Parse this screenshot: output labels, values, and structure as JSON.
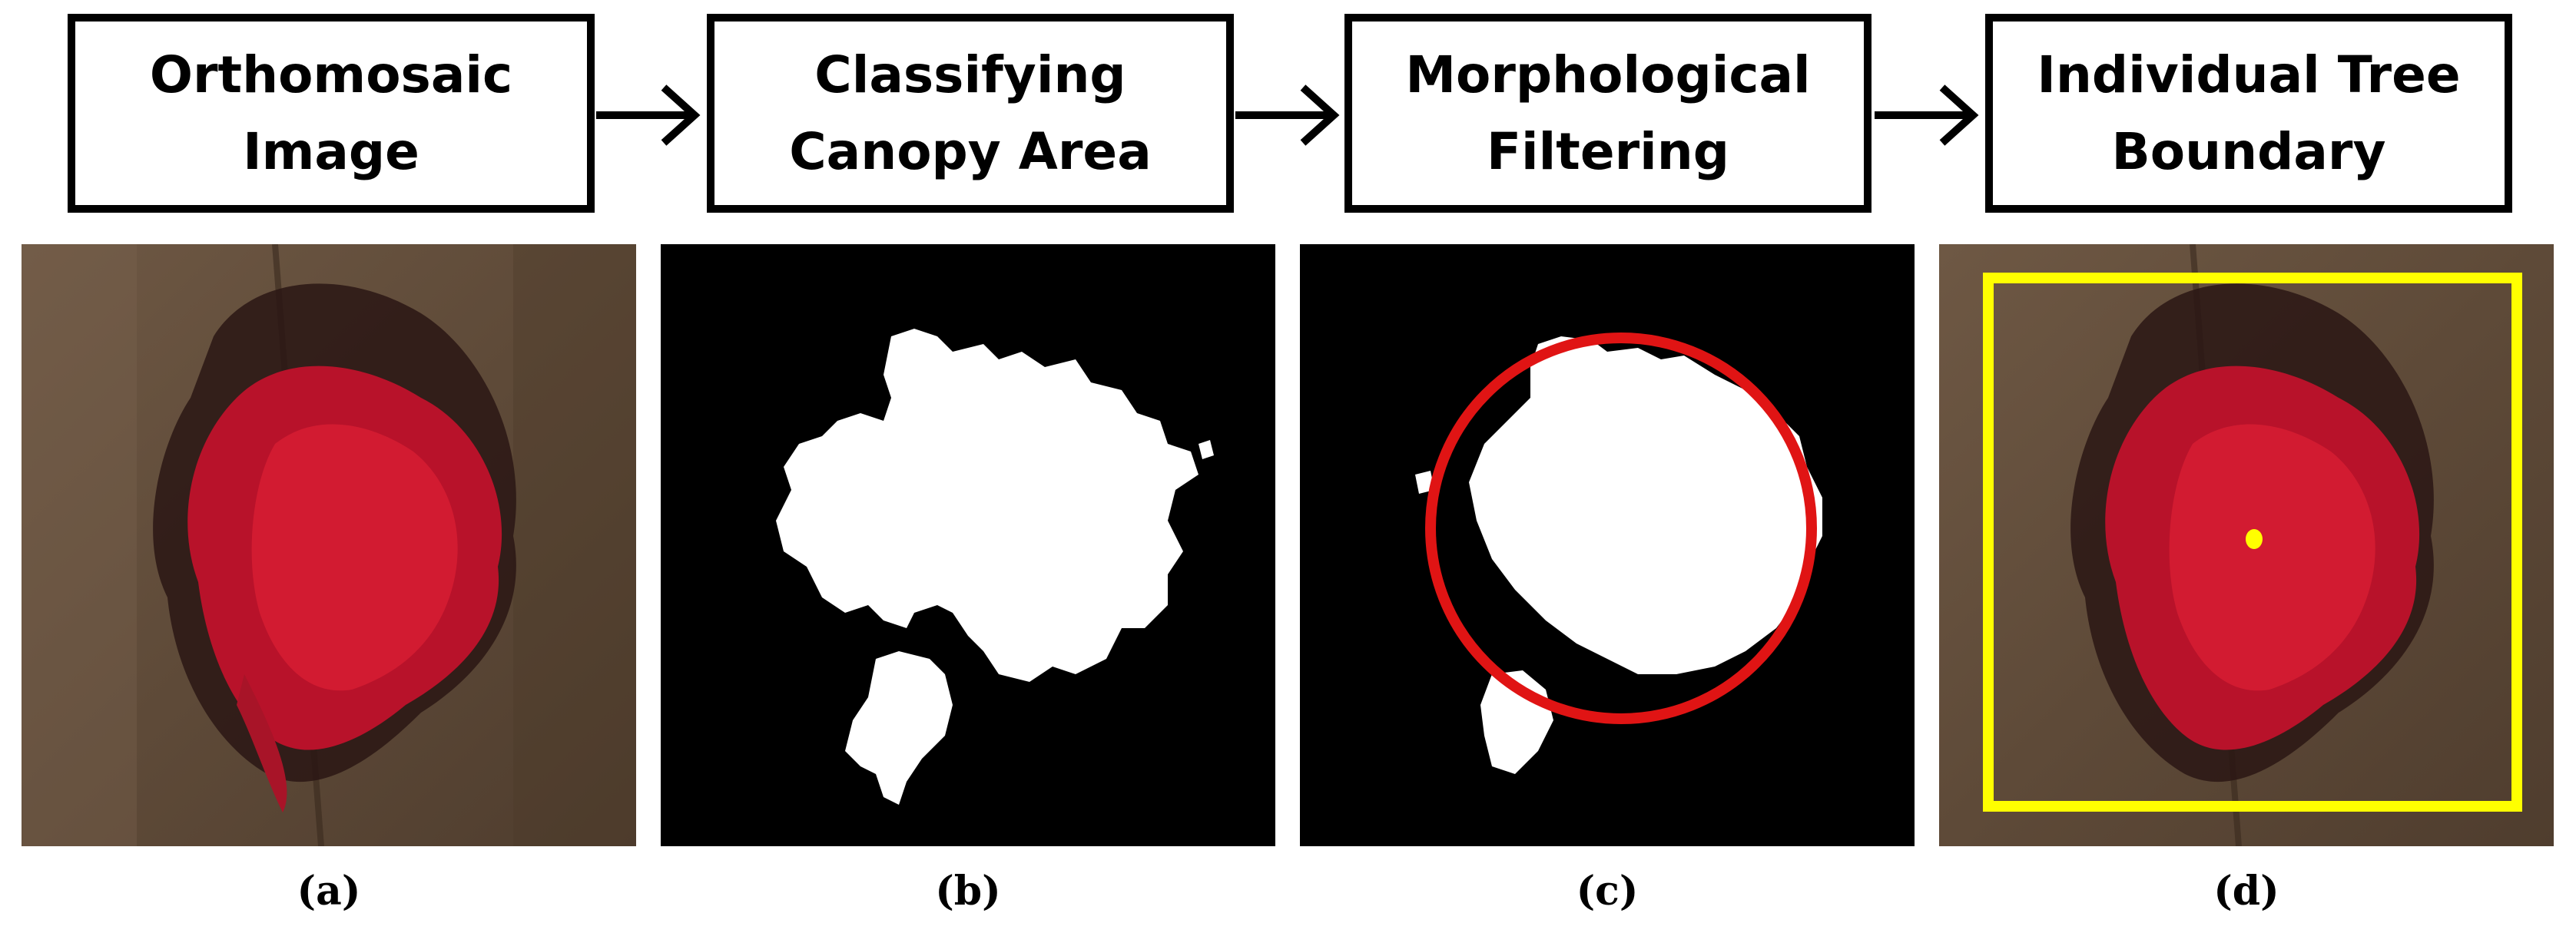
{
  "steps": [
    {
      "line1": "Orthomosaic",
      "line2": "Image"
    },
    {
      "line1": "Classifying",
      "line2": "Canopy Area"
    },
    {
      "line1": "Morphological",
      "line2": "Filtering"
    },
    {
      "line1": "Individual Tree",
      "line2": "Boundary"
    }
  ],
  "captions": [
    "(a)",
    "(b)",
    "(c)",
    "(d)"
  ],
  "colors": {
    "box_border": "#000000",
    "arrow": "#000000",
    "canopy_red": "#c8142a",
    "soil_brown": "#6b5440",
    "mask_white": "#ffffff",
    "mask_black": "#000000",
    "circle_red": "#e01414",
    "boundary_yellow": "#ffff00",
    "center_dot": "#ffff00"
  }
}
